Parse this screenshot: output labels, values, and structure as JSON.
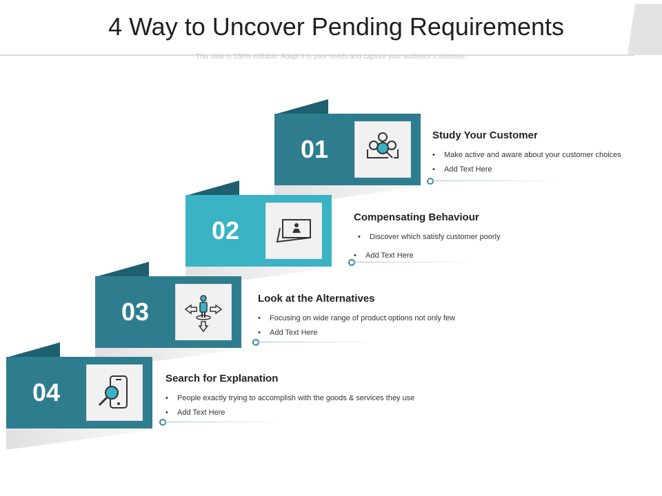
{
  "title": "4 Way to Uncover Pending Requirements",
  "subtitle": "This slide is 100% editable. Adapt it to your needs and capture your audience's attention.",
  "colors": {
    "dark_teal": "#2e7d8f",
    "light_teal": "#3ab3c4",
    "flap": "#1e6070"
  },
  "steps": [
    {
      "number": "01",
      "heading": "Study Your Customer",
      "bullets": [
        "Make active and aware about your customer choices",
        "Add Text Here"
      ],
      "icon": "customer-search-icon",
      "color": "#2e7d8f"
    },
    {
      "number": "02",
      "heading": "Compensating Behaviour",
      "bullets": [
        "Discover which satisfy customer poorly",
        "Add Text Here"
      ],
      "icon": "screen-person-icon",
      "color": "#3ab3c4"
    },
    {
      "number": "03",
      "heading": "Look at the Alternatives",
      "bullets": [
        "Focusing on wide range of product options not only few",
        "Add Text Here"
      ],
      "icon": "person-directions-icon",
      "color": "#2e7d8f"
    },
    {
      "number": "04",
      "heading": "Search for Explanation",
      "bullets": [
        "People exactly trying to accomplish with the goods & services they use",
        "Add Text Here"
      ],
      "icon": "phone-magnifier-icon",
      "color": "#2e7d8f"
    }
  ]
}
